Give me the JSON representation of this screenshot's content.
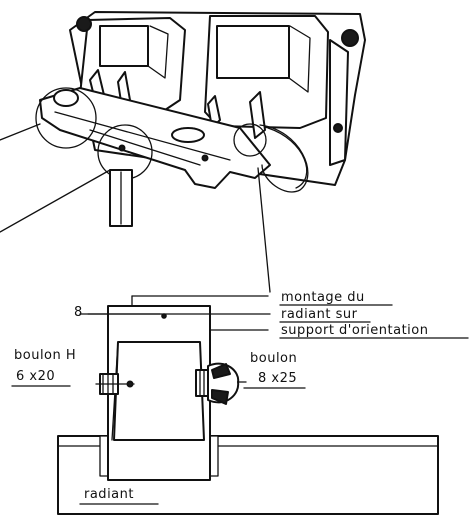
{
  "labels": {
    "mounting_line1": "montage du",
    "mounting_line2": "radiant sur",
    "mounting_line3": "support d'orientation",
    "ref_8": "8",
    "bolt_left_name": "boulon H",
    "bolt_left_size": "6 x20",
    "bolt_right_name": "boulon",
    "bolt_right_size": "8 x25",
    "radiant": "radiant"
  }
}
